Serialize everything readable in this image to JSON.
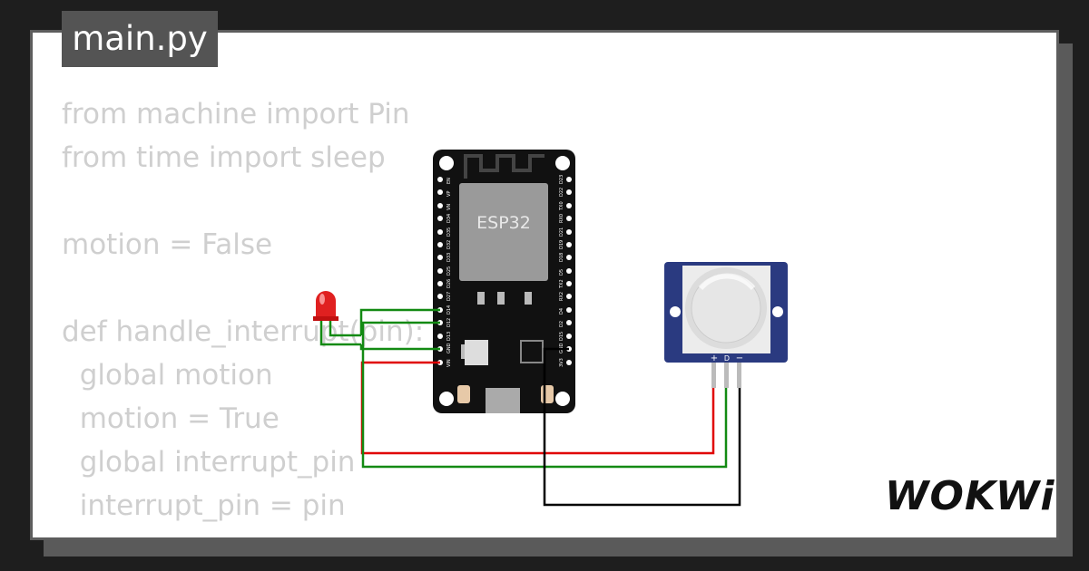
{
  "tab": {
    "label": "main.py"
  },
  "code_lines": [
    "from machine import Pin",
    "from time import sleep",
    "",
    "motion = False",
    "",
    "def handle_interrupt(pin):",
    "  global motion",
    "  motion = True",
    "  global interrupt_pin",
    "  interrupt_pin = pin"
  ],
  "esp32": {
    "chip_label": "ESP32",
    "left_pins": [
      "EN",
      "VP",
      "VN",
      "D34",
      "D35",
      "D32",
      "D33",
      "D25",
      "D26",
      "D27",
      "D14",
      "D12",
      "D13",
      "GND",
      "VIN"
    ],
    "right_pins": [
      "D23",
      "D22",
      "TX0",
      "RX0",
      "D21",
      "D19",
      "D18",
      "D5",
      "TX2",
      "RX2",
      "D4",
      "D2",
      "D15",
      "GND",
      "3V3"
    ]
  },
  "pir": {
    "pin_labels": [
      "+",
      "D",
      "−"
    ]
  },
  "logo": {
    "text": "WOKWi"
  },
  "colors": {
    "red_wire": "#e00000",
    "green_wire": "#138a13",
    "black_wire": "#000000",
    "board": "#111111",
    "pir_board": "#2a3a80",
    "led": "#e02020"
  }
}
